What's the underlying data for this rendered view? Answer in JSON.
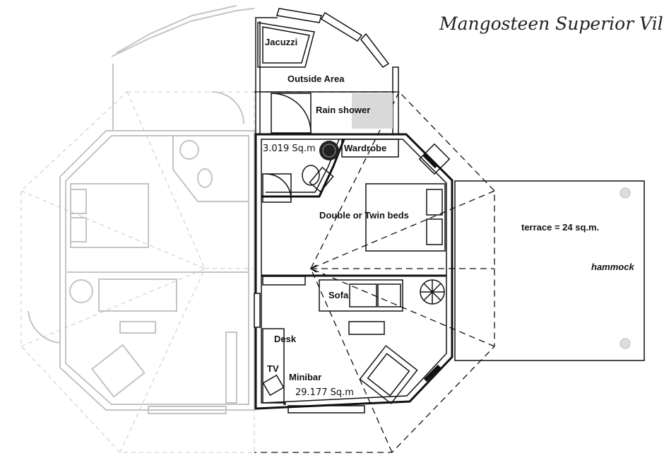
{
  "title": "Mangosteen Superior Villa",
  "labels": {
    "jacuzzi": "Jacuzzi",
    "outside_area": "Outside Area",
    "rain_shower": "Rain shower",
    "wardrobe": "Wardrobe",
    "beds": "Double or Twin beds",
    "terrace": "terrace = 24 sq.m.",
    "hammock": "hammock",
    "sofa": "Sofa",
    "desk": "Desk",
    "tv": "TV",
    "minibar": "Minibar"
  },
  "areas": {
    "bathroom": "3.019  Sq.m",
    "living": "29.177  Sq.m"
  },
  "colors": {
    "wall": "#111111",
    "ghost": "#c4c4c4",
    "shower_fill": "#d9d9d9"
  }
}
